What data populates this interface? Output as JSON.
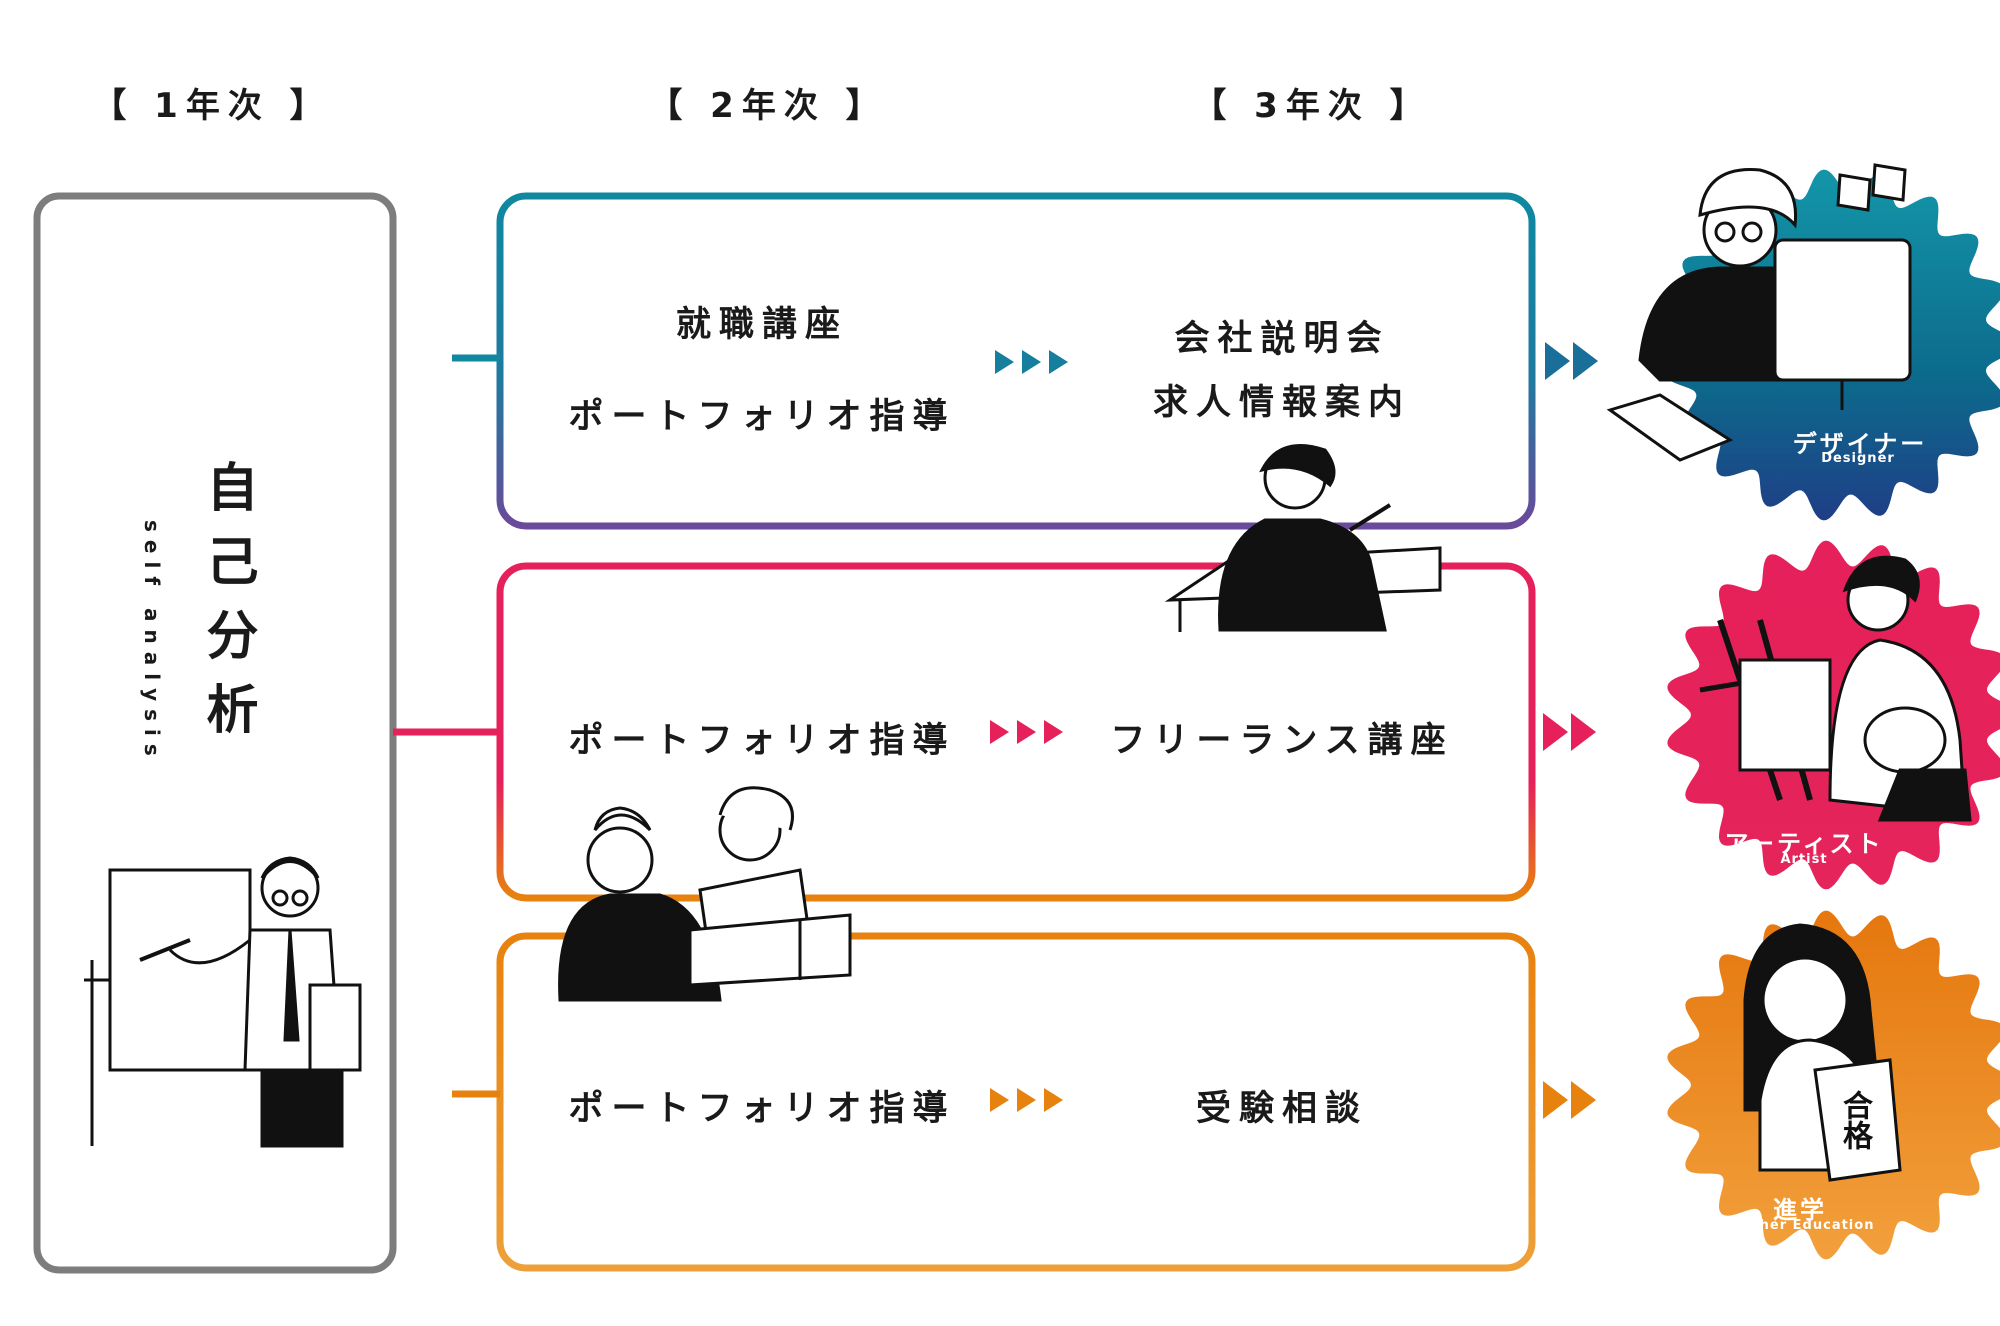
{
  "years": {
    "y1": "【 1年次 】",
    "y2": "【 2年次 】",
    "y3": "【 3年次 】"
  },
  "left_panel": {
    "title": "自己分析",
    "subtitle": "self analysis"
  },
  "tracks": [
    {
      "color_from": "#0f88a0",
      "color_to": "#6a4a9a",
      "year2_line1": "就職講座",
      "year2_line2": "ポートフォリオ指導",
      "year3_line1": "会社説明会",
      "year3_dot": "・",
      "year3_line2": "求人情報案内",
      "destination_jp": "デザイナー",
      "destination_en": "Designer"
    },
    {
      "color": "#e6205a",
      "year2": "ポートフォリオ指導",
      "year3": "フリーランス講座",
      "destination_jp": "アーティスト",
      "destination_en": "Artist"
    },
    {
      "color": "#e7820f",
      "year2": "ポートフォリオ指導",
      "year3": "受験相談",
      "destination_jp": "進学",
      "destination_en": "Further Education"
    }
  ],
  "badge_stamp": "合格",
  "icons": [
    "teacher-illustration",
    "student-drawing-illustration",
    "study-pair-illustration",
    "designer-illustration",
    "artist-illustration",
    "student-success-illustration"
  ]
}
